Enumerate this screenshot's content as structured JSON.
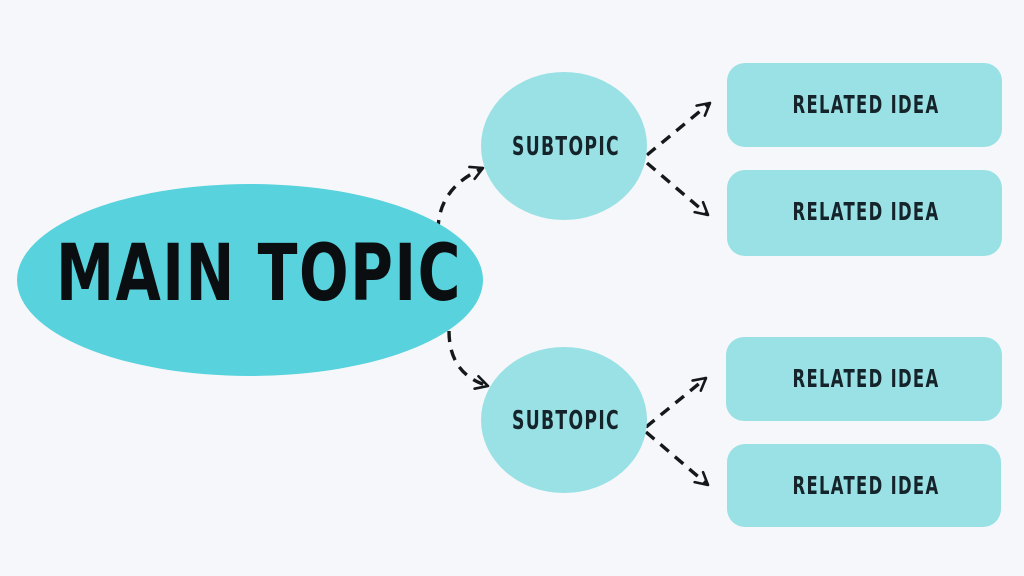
{
  "canvas": {
    "background": "#F6F7FB"
  },
  "palette": {
    "main_fill": "#58D2DC",
    "node_fill": "#99E1E5",
    "line_color": "#15181A",
    "main_text_color": "#0B0E10",
    "node_text_color": "#15242A"
  },
  "nodes": {
    "main": {
      "label": "MAIN TOPIC"
    },
    "subtopics": [
      {
        "label": "SUBTOPIC"
      },
      {
        "label": "SUBTOPIC"
      }
    ],
    "related": [
      {
        "label": "RELATED IDEA"
      },
      {
        "label": "RELATED IDEA"
      },
      {
        "label": "RELATED IDEA"
      },
      {
        "label": "RELATED IDEA"
      }
    ]
  }
}
